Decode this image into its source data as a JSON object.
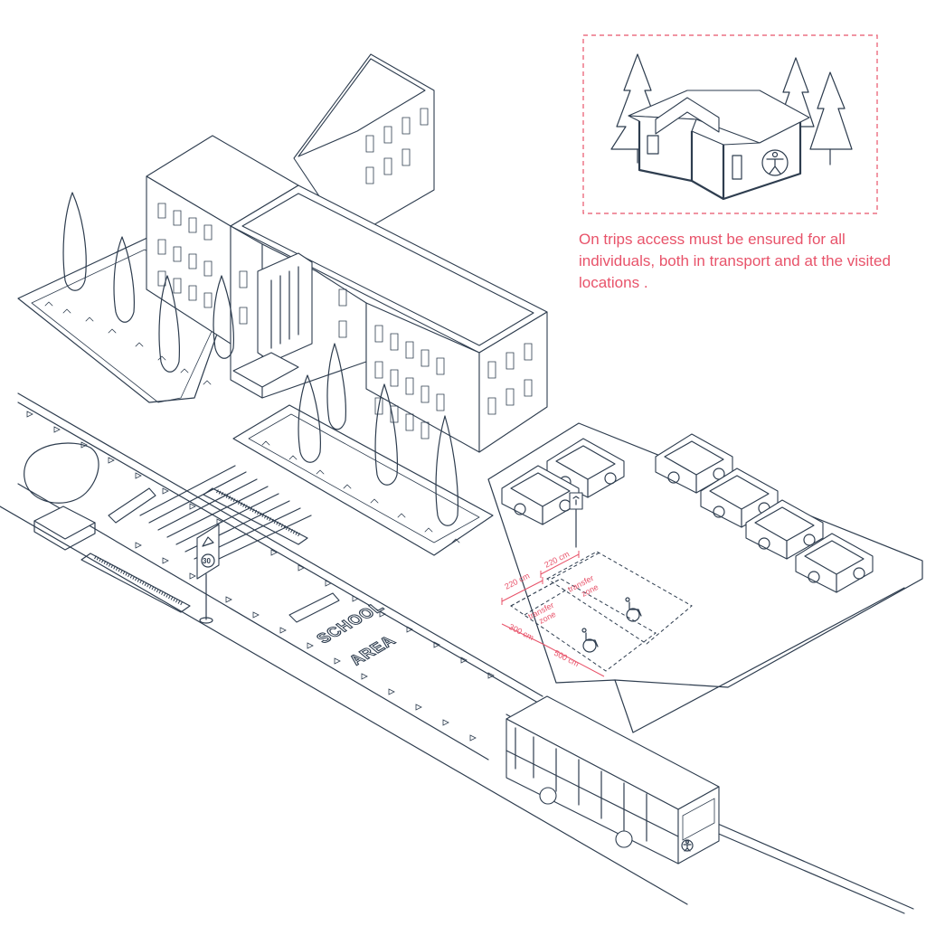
{
  "caption": "On trips access must be ensured for all individuals, both in transport and at the visited locations .",
  "road_marking": {
    "line1": "SCHOOL",
    "line2": "AREA"
  },
  "speed_sign": {
    "limit": "30"
  },
  "parking": {
    "width_left": "220 cm",
    "width_right": "220 cm",
    "depth_front": "300 cm",
    "depth_side": "500 cm",
    "zone_label_line1": "transfer",
    "zone_label_line2": "zone"
  },
  "colors": {
    "accent": "#e8536a",
    "line": "#2e3d4f"
  },
  "icons": [
    "accessibility-icon",
    "wheelchair-icon",
    "tree-icon",
    "bus-icon",
    "car-icon"
  ]
}
